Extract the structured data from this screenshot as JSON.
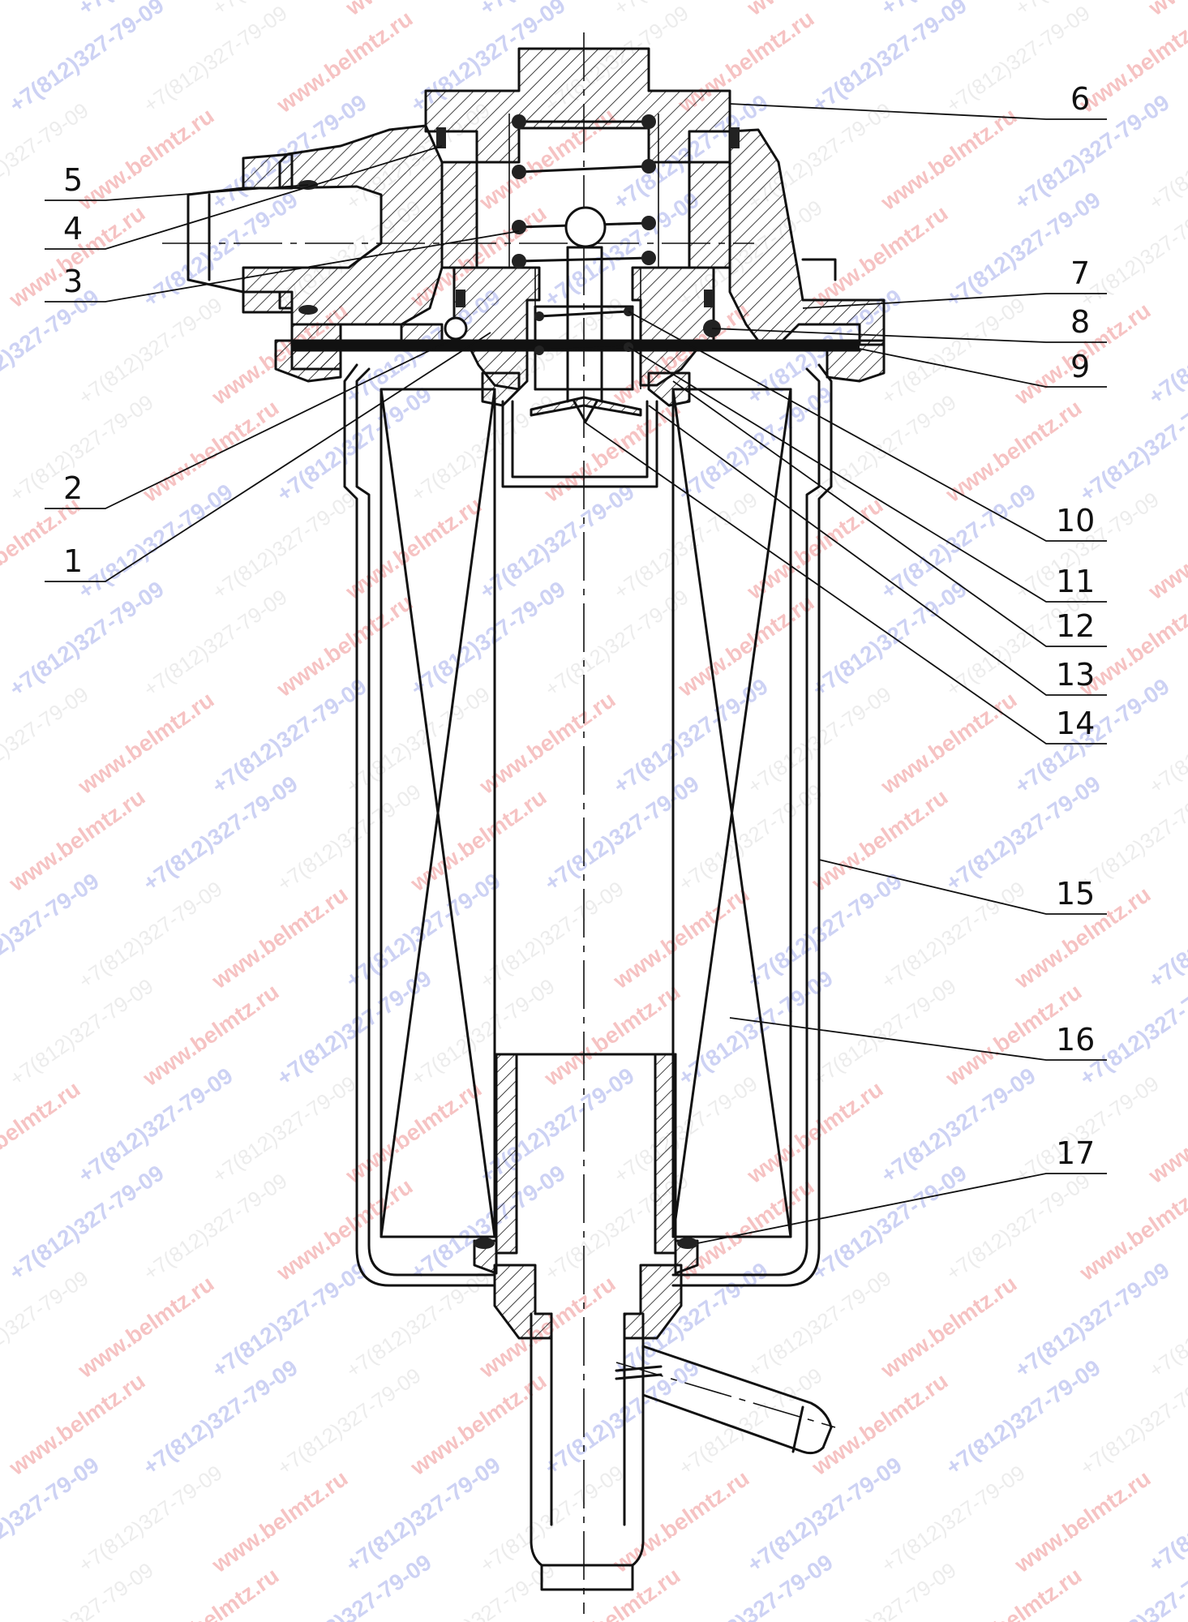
{
  "callouts": [
    {
      "id": "1",
      "label": "1"
    },
    {
      "id": "2",
      "label": "2"
    },
    {
      "id": "3",
      "label": "3"
    },
    {
      "id": "4",
      "label": "4"
    },
    {
      "id": "5",
      "label": "5"
    },
    {
      "id": "6",
      "label": "6"
    },
    {
      "id": "7",
      "label": "7"
    },
    {
      "id": "8",
      "label": "8"
    },
    {
      "id": "9",
      "label": "9"
    },
    {
      "id": "10",
      "label": "10"
    },
    {
      "id": "11",
      "label": "11"
    },
    {
      "id": "12",
      "label": "12"
    },
    {
      "id": "13",
      "label": "13"
    },
    {
      "id": "14",
      "label": "14"
    },
    {
      "id": "15",
      "label": "15"
    },
    {
      "id": "16",
      "label": "16"
    },
    {
      "id": "17",
      "label": "17"
    }
  ],
  "watermarks": {
    "site": "www.belmtz.ru",
    "phone": "+7(812)327-79-09",
    "color_site": "#e02a2a",
    "color_phone": "#3b4fd4"
  }
}
